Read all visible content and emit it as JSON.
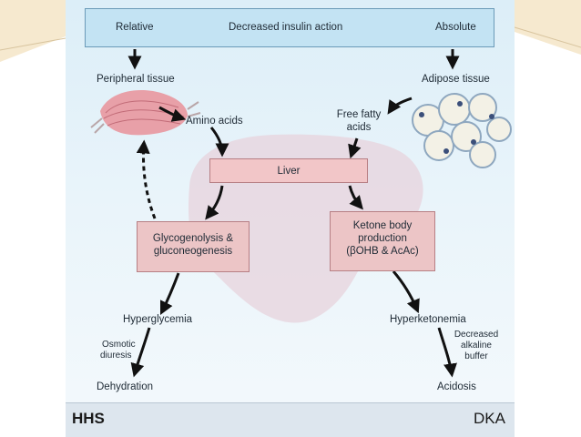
{
  "header": {
    "left": "Relative",
    "center": "Decreased insulin action",
    "right": "Absolute"
  },
  "labels": {
    "peripheral_tissue": "Peripheral tissue",
    "adipose_tissue": "Adipose tissue",
    "amino_acids": "Amino acids",
    "free_fatty_acids_1": "Free fatty",
    "free_fatty_acids_2": "acids",
    "liver": "Liver",
    "glyco_1": "Glycogenolysis &",
    "glyco_2": "gluconeogenesis",
    "ketone_1": "Ketone body",
    "ketone_2": "production",
    "ketone_3": "(βOHB & AcAc)",
    "hyperglycemia": "Hyperglycemia",
    "hyperketonemia": "Hyperketonemia",
    "osmotic_1": "Osmotic",
    "osmotic_2": "diuresis",
    "decreased_1": "Decreased",
    "decreased_2": "alkaline",
    "decreased_3": "buffer",
    "dehydration": "Dehydration",
    "acidosis": "Acidosis"
  },
  "footer": {
    "left": "HHS",
    "right": "DKA"
  }
}
